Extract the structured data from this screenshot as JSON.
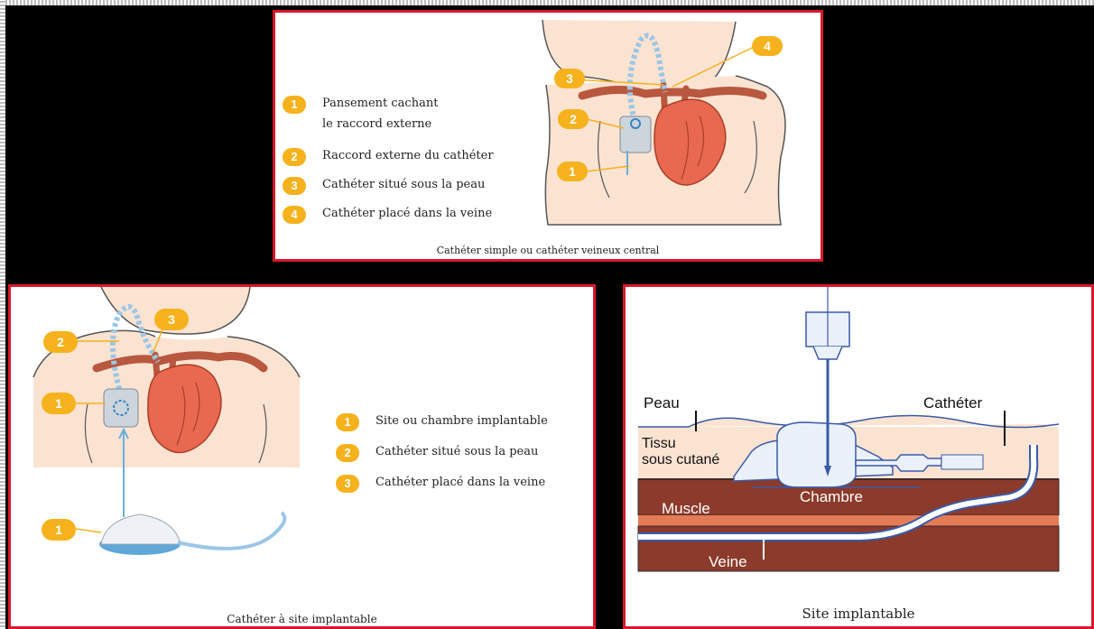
{
  "top_panel": {
    "legend": [
      {
        "num": "1",
        "line1": "Pansement cachant",
        "line2": "le raccord externe"
      },
      {
        "num": "2",
        "line1": "Raccord externe du cathéter",
        "line2": ""
      },
      {
        "num": "3",
        "line1": "Cathéter situé sous la peau",
        "line2": ""
      },
      {
        "num": "4",
        "line1": "Cathéter placé dans la veine",
        "line2": ""
      }
    ],
    "markers": [
      "1",
      "2",
      "3",
      "4"
    ],
    "caption": "Cathéter simple ou cathéter veineux central"
  },
  "left_panel": {
    "legend": [
      {
        "num": "1",
        "text": "Site ou chambre implantable"
      },
      {
        "num": "2",
        "text": "Cathéter situé sous la peau"
      },
      {
        "num": "3",
        "text": "Cathéter placé dans la veine"
      }
    ],
    "markers": [
      "1",
      "2",
      "3",
      "1"
    ],
    "caption": "Cathéter à site implantable"
  },
  "right_panel": {
    "labels": {
      "peau": "Peau",
      "catheter": "Cathéter",
      "tissu_1": "Tissu",
      "tissu_2": "sous cutané",
      "chambre": "Chambre",
      "muscle": "Muscle",
      "veine": "Veine"
    },
    "caption": "Site implantable"
  },
  "colors": {
    "border": "#d8182a",
    "badge": "#f6b21c",
    "heart": "#e8694f",
    "skin": "#fbe3d2",
    "muscle": "#8b3a2b",
    "catheter": "#9cc6e6"
  }
}
